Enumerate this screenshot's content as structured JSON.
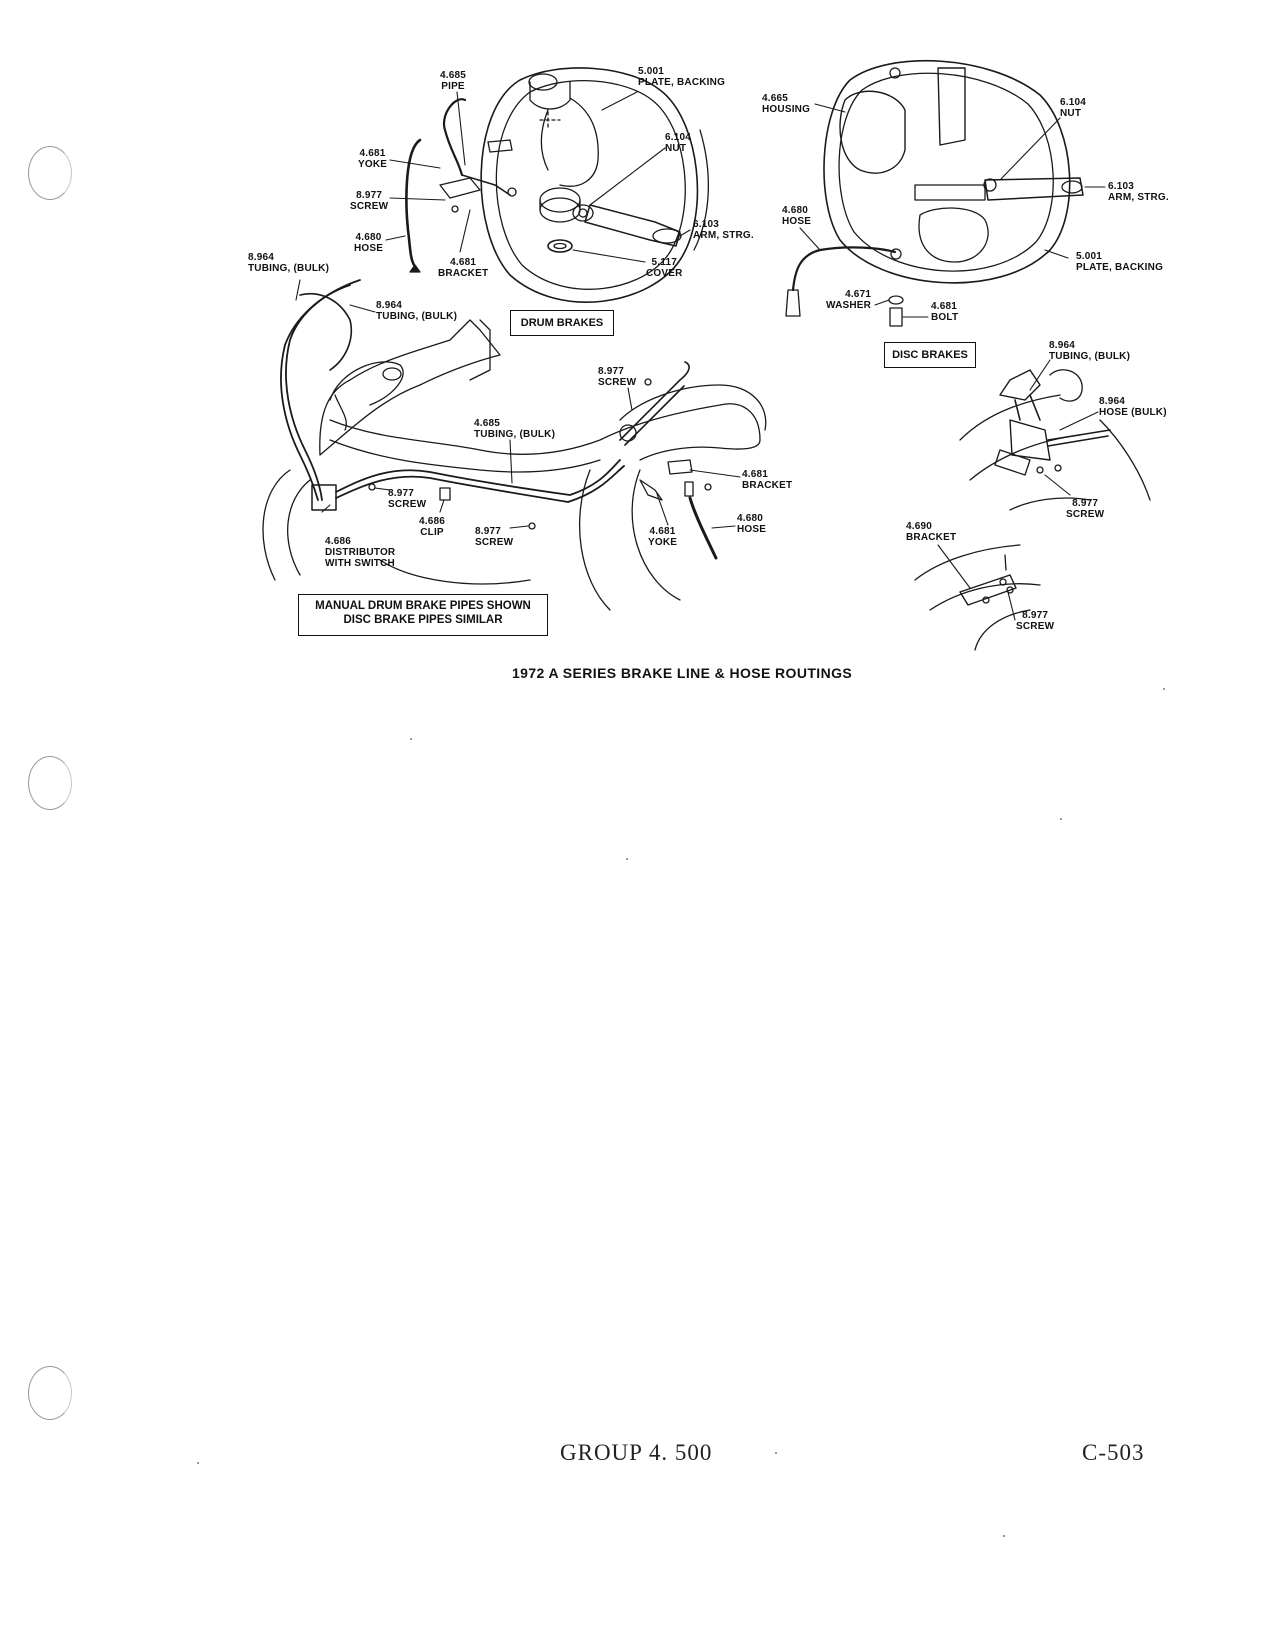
{
  "figure": {
    "title": "1972 A SERIES BRAKE LINE & HOSE ROUTINGS"
  },
  "boxes": {
    "drum_brakes": "DRUM BRAKES",
    "disc_brakes": "DISC BRAKES",
    "manual_note_line1": "MANUAL DRUM BRAKE PIPES SHOWN",
    "manual_note_line2": "DISC BRAKE PIPES SIMILAR"
  },
  "drum_labels": [
    {
      "num": "4.685",
      "name": "PIPE"
    },
    {
      "num": "5.001",
      "name": "PLATE, BACKING"
    },
    {
      "num": "4.681",
      "name": "YOKE"
    },
    {
      "num": "6.104",
      "name": "NUT"
    },
    {
      "num": "8.977",
      "name": "SCREW"
    },
    {
      "num": "6.103",
      "name": "ARM, STRG."
    },
    {
      "num": "4.680",
      "name": "HOSE"
    },
    {
      "num": "4.681",
      "name": "BRACKET"
    },
    {
      "num": "5.117",
      "name": "COVER"
    }
  ],
  "disc_labels": [
    {
      "num": "4.665",
      "name": "HOUSING"
    },
    {
      "num": "6.104",
      "name": "NUT"
    },
    {
      "num": "6.103",
      "name": "ARM, STRG."
    },
    {
      "num": "4.680",
      "name": "HOSE"
    },
    {
      "num": "5.001",
      "name": "PLATE, BACKING"
    },
    {
      "num": "4.671",
      "name": "WASHER"
    },
    {
      "num": "4.681",
      "name": "BOLT"
    }
  ],
  "routing_labels": [
    {
      "num": "8.964",
      "name": "TUBING, (BULK)"
    },
    {
      "num": "8.964",
      "name": "TUBING, (BULK)"
    },
    {
      "num": "8.977",
      "name": "SCREW"
    },
    {
      "num": "4.685",
      "name": "TUBING, (BULK)"
    },
    {
      "num": "4.681",
      "name": "BRACKET"
    },
    {
      "num": "8.977",
      "name": "SCREW"
    },
    {
      "num": "4.686",
      "name": "CLIP"
    },
    {
      "num": "8.977",
      "name": "SCREW"
    },
    {
      "num": "4.680",
      "name": "HOSE"
    },
    {
      "num": "4.681",
      "name": "YOKE"
    },
    {
      "num": "4.686",
      "name": "DISTRIBUTOR"
    },
    {
      "extra": "WITH SWITCH"
    }
  ],
  "detail_labels": [
    {
      "num": "8.964",
      "name": "TUBING, (BULK)"
    },
    {
      "num": "8.964",
      "name": "HOSE (BULK)"
    },
    {
      "num": "8.977",
      "name": "SCREW"
    },
    {
      "num": "4.690",
      "name": "BRACKET"
    },
    {
      "num": "8.977",
      "name": "SCREW"
    }
  ],
  "footer": {
    "group": "GROUP 4. 500",
    "page": "C-503"
  }
}
